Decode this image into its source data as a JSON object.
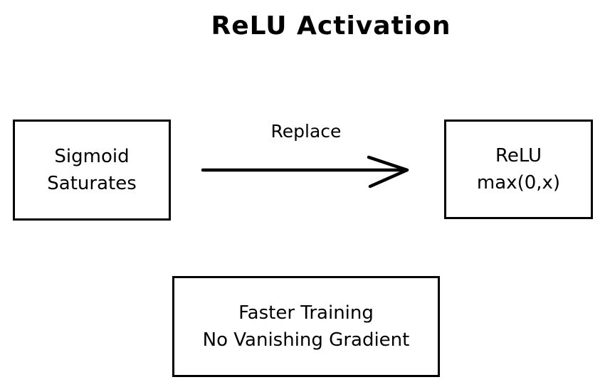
{
  "title": "ReLU Activation",
  "diagram": {
    "left_box": {
      "lines": [
        "Sigmoid",
        "Saturates"
      ]
    },
    "right_box": {
      "lines": [
        "ReLU",
        "max(0,x)"
      ]
    },
    "bottom_box": {
      "lines": [
        "Faster Training",
        "No Vanishing Gradient"
      ]
    },
    "arrow": {
      "label": "Replace",
      "direction": "left-to-right"
    }
  },
  "colors": {
    "stroke": "#000000",
    "background": "#ffffff"
  }
}
